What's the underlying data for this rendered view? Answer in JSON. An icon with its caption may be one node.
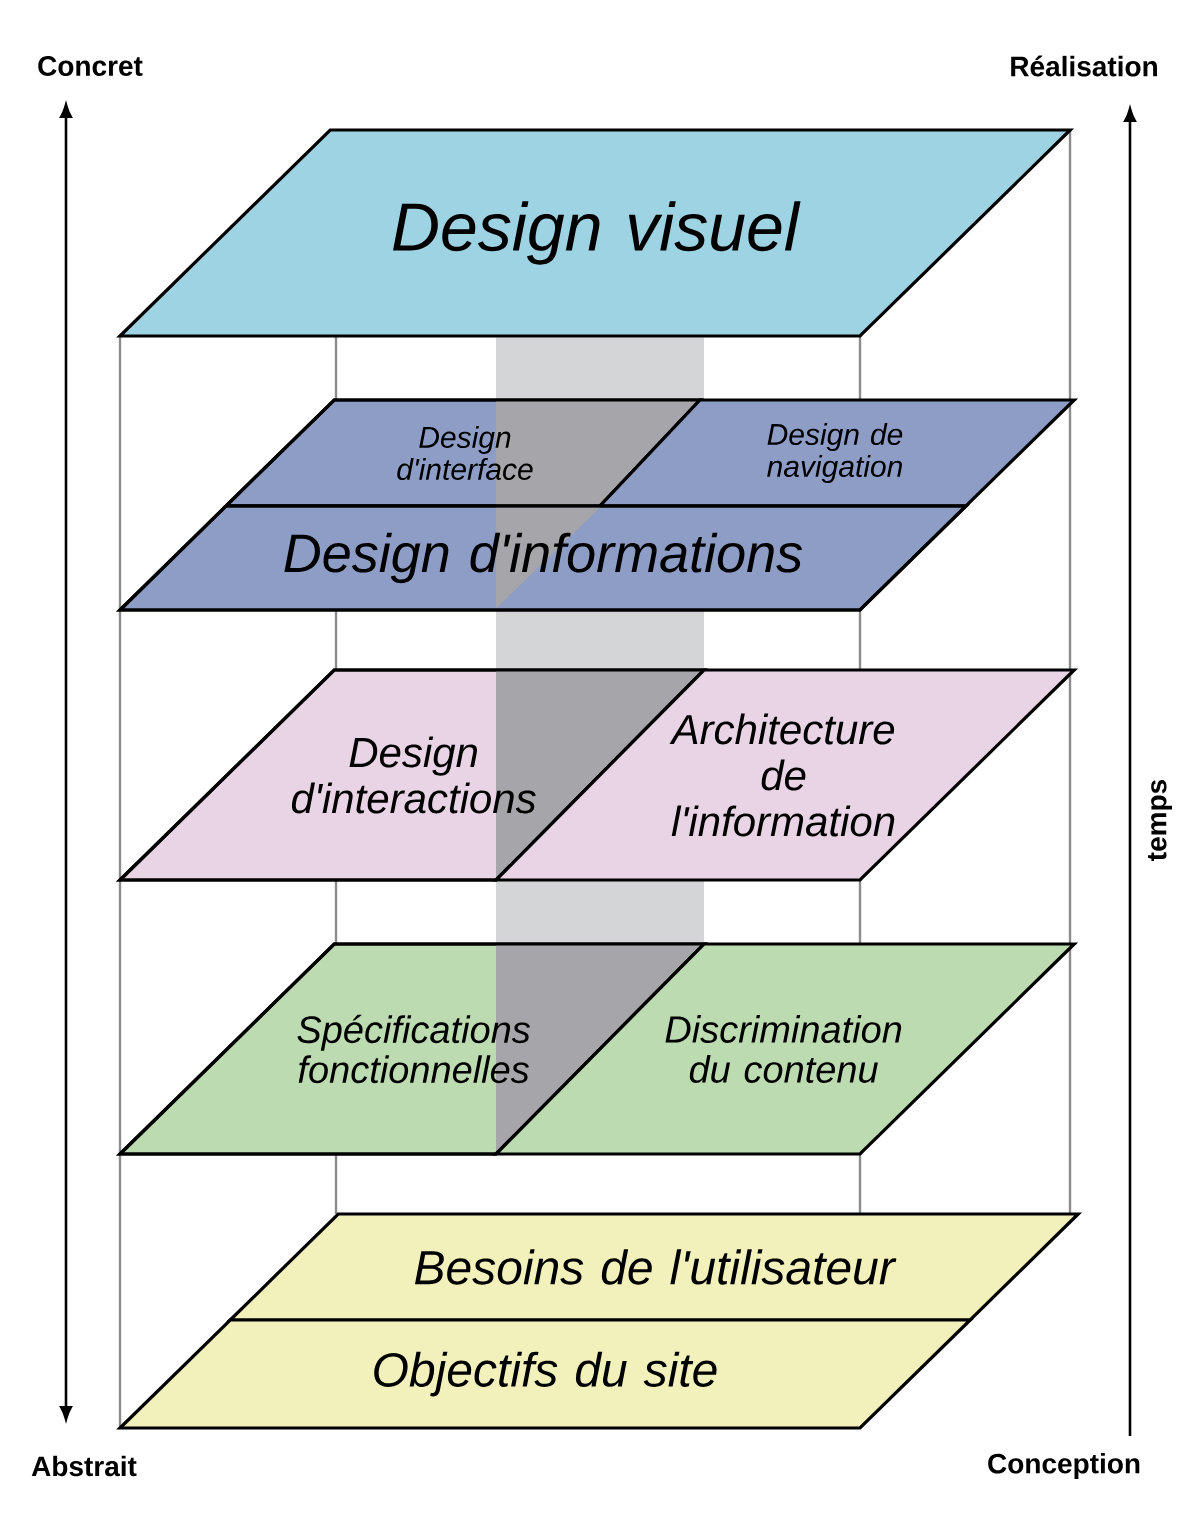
{
  "diagram": {
    "nodes": [
      {
        "text": [
          "Design visuel"
        ]
      },
      {
        "text": [
          "Design d'interface"
        ]
      },
      {
        "text": [
          "Design de navigation"
        ]
      },
      {
        "text": [
          "Design d'informations"
        ]
      },
      {
        "text": [
          "Design d'interactions"
        ]
      },
      {
        "text": [
          "Architecture de l'information"
        ]
      },
      {
        "text": [
          "Spécifications fonctionnelles"
        ]
      },
      {
        "text": [
          "Discrimination du contenu"
        ]
      },
      {
        "text": [
          "Besoins de l'utilisateur"
        ]
      },
      {
        "text": [
          "Objectifs du site"
        ]
      }
    ],
    "labels": [
      "Concret",
      "Réalisation",
      "temps",
      "Abstrait",
      "Conception"
    ]
  }
}
